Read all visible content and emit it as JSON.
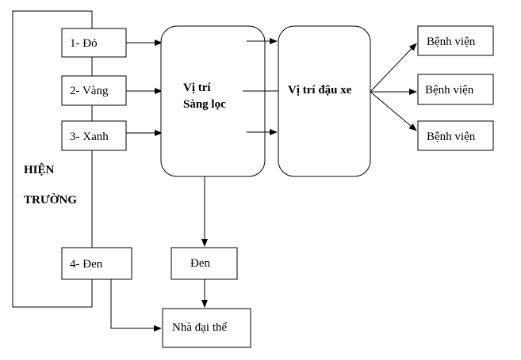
{
  "scene": {
    "label_line1": "HIỆN",
    "label_line2": "TRƯỜNG"
  },
  "triage_boxes": [
    {
      "label": "1-  Đỏ"
    },
    {
      "label": "2-  Vàng"
    },
    {
      "label": "3-  Xanh"
    },
    {
      "label": "4-  Đen"
    }
  ],
  "screening": {
    "line1": "Vị trí",
    "line2": "Sàng lọc"
  },
  "parking": {
    "label": "Vị trí đậu xe"
  },
  "hospitals": [
    {
      "label": "Bệnh viện"
    },
    {
      "label": "Bệnh viện"
    },
    {
      "label": "Bệnh viện"
    }
  ],
  "black_box": {
    "label": "Đen"
  },
  "morgue": {
    "label": "Nhà đại thể"
  },
  "colors": {
    "stroke": "#000000",
    "background": "#ffffff"
  }
}
